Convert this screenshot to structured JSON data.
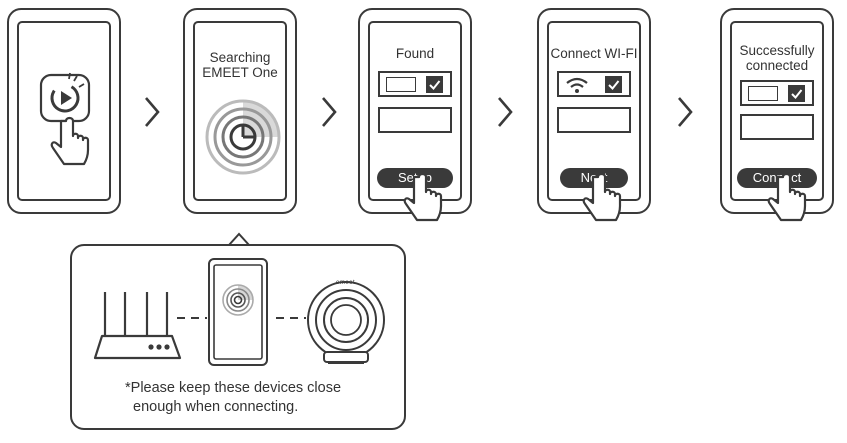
{
  "steps": [
    {
      "title": ""
    },
    {
      "title_line1": "Searching",
      "title_line2": "EMEET One"
    },
    {
      "title": "Found",
      "button": "Setup"
    },
    {
      "title": "Connect WI-FI",
      "button": "Next"
    },
    {
      "title_line1": "Successfully",
      "title_line2": "connected",
      "button": "Connect"
    }
  ],
  "note": {
    "line1": "*Please keep these devices close",
    "line2": "enough when connecting."
  },
  "device_brand": "emeet",
  "colors": {
    "ink": "#3a3a3a",
    "background": "#ffffff"
  }
}
